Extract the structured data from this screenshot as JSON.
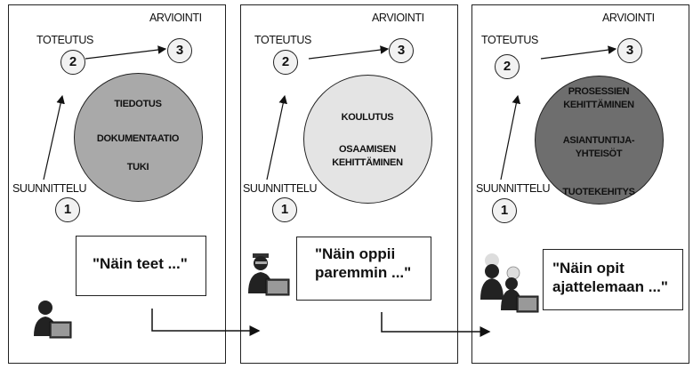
{
  "panels": [
    {
      "labels": {
        "toteutus": "TOTEUTUS",
        "arviointi": "ARVIOINTI",
        "suunnittelu": "SUUNNITTELU"
      },
      "steps": [
        "1",
        "2",
        "3"
      ],
      "circle_items": [
        "TIEDOTUS",
        "DOKUMENTAATIO",
        "TUKI"
      ],
      "circle_color": "#a9a9a9",
      "quote": [
        "\"Näin teet ...\""
      ]
    },
    {
      "labels": {
        "toteutus": "TOTEUTUS",
        "arviointi": "ARVIOINTI",
        "suunnittelu": "SUUNNITTELU"
      },
      "steps": [
        "1",
        "2",
        "3"
      ],
      "circle_items": [
        "KOULUTUS",
        "OSAAMISEN",
        "KEHITTÄMINEN"
      ],
      "circle_color": "#e4e4e4",
      "quote": [
        "\"Näin oppii",
        "paremmin ...\""
      ]
    },
    {
      "labels": {
        "toteutus": "TOTEUTUS",
        "arviointi": "ARVIOINTI",
        "suunnittelu": "SUUNNITTELU"
      },
      "steps": [
        "1",
        "2",
        "3"
      ],
      "circle_items": [
        "PROSESSIEN",
        "KEHITTÄMINEN",
        "ASIANTUNTIJA-",
        "YHTEISÖT",
        "TUOTEKEHITYS"
      ],
      "circle_color": "#6e6e6e",
      "quote": [
        "\"Näin opit",
        "ajattelemaan ...\""
      ]
    }
  ],
  "icons": [
    "person-icon",
    "arrow-icon"
  ]
}
